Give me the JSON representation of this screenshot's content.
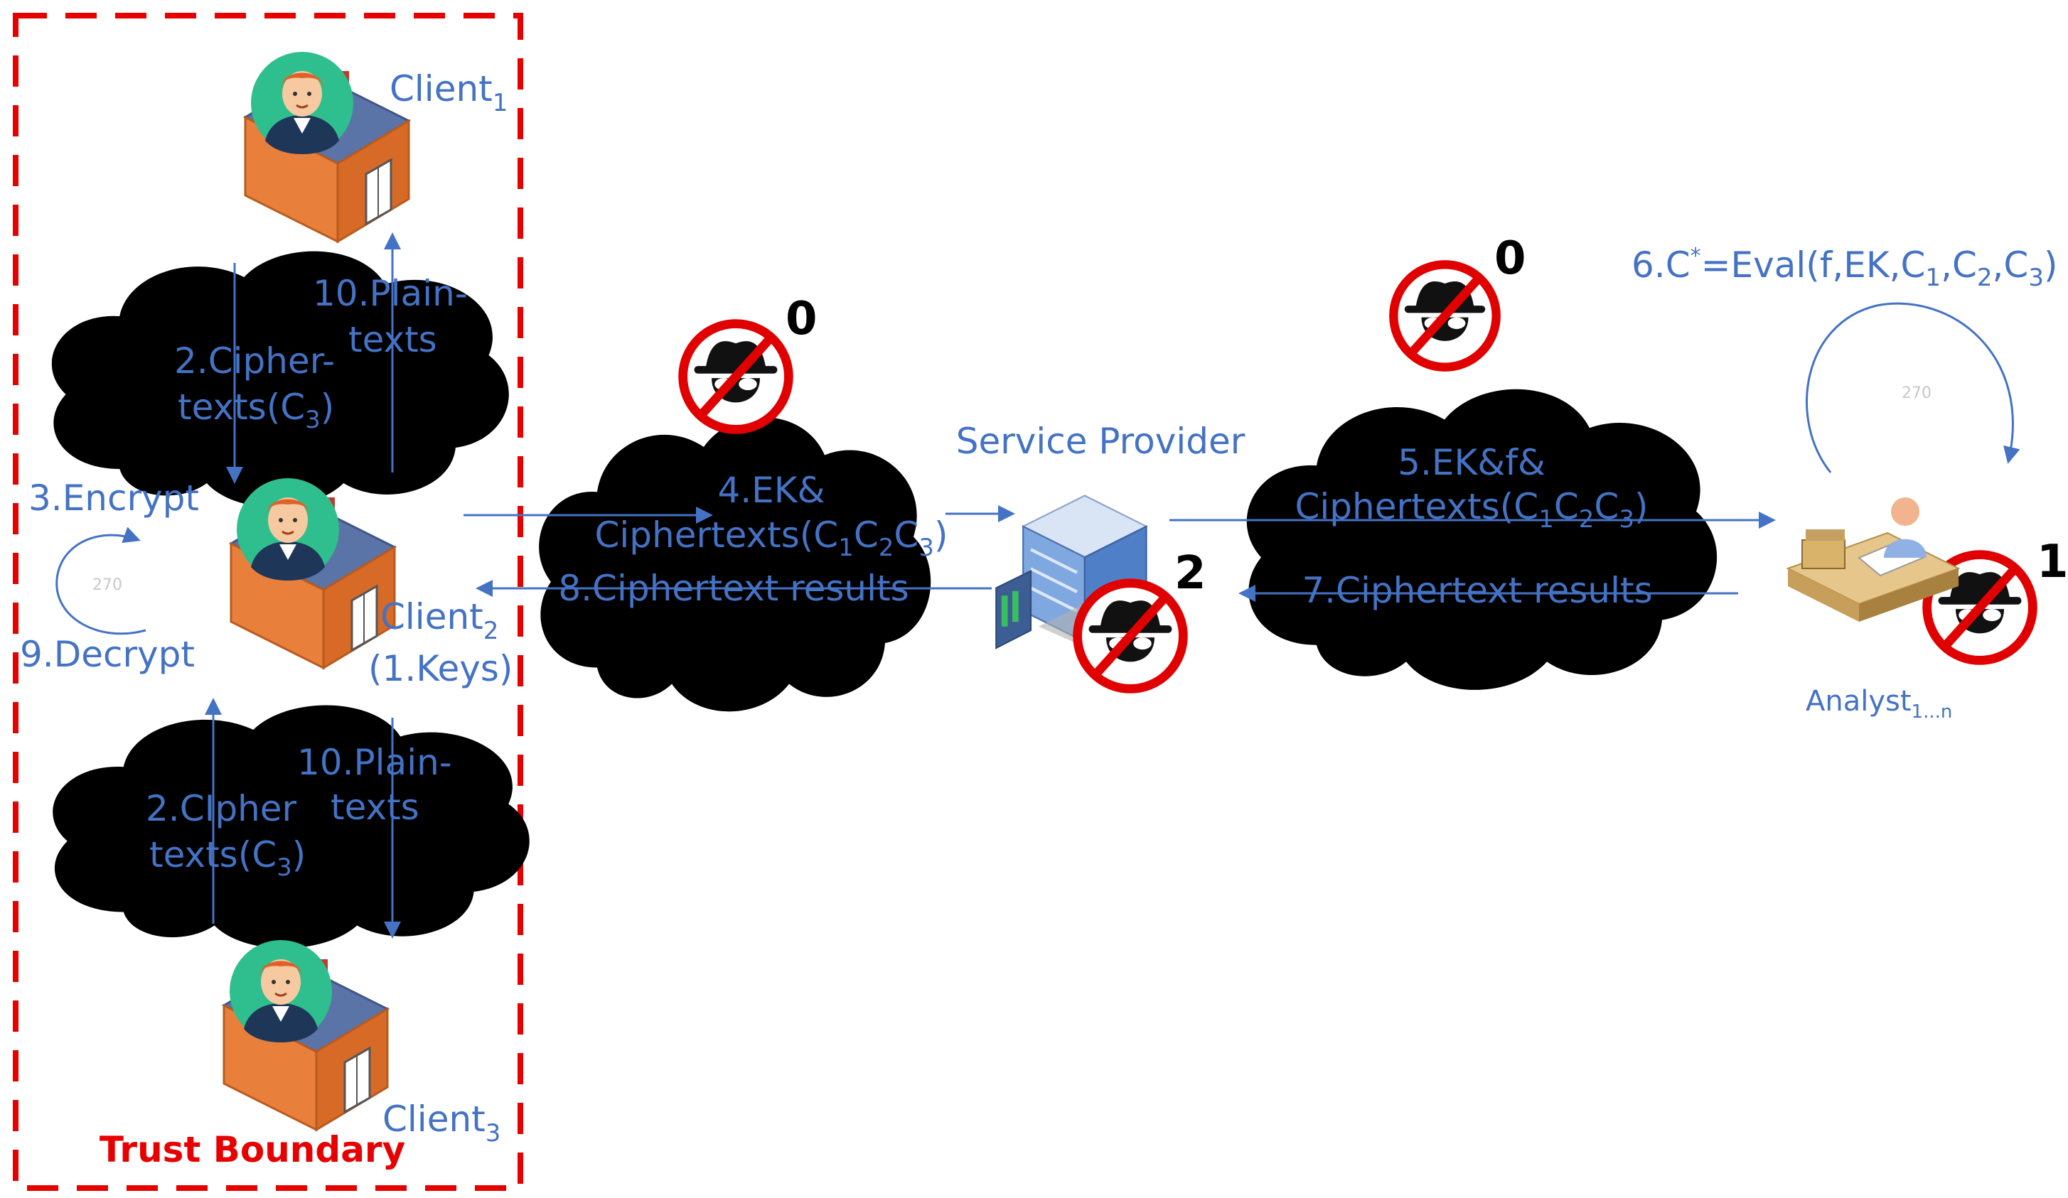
{
  "trust_boundary": {
    "label": "Trust Boundary"
  },
  "clients": [
    {
      "id": "client1",
      "name": "Client",
      "sub": "1"
    },
    {
      "id": "client2",
      "name": "Client",
      "sub": "2",
      "note": "(1.Keys)"
    },
    {
      "id": "client3",
      "name": "Client",
      "sub": "3"
    }
  ],
  "local_steps": {
    "encrypt": "3.Encrypt",
    "decrypt": "9.Decrypt"
  },
  "cloud_top": {
    "cipher_line1": "2.Ciphe",
    "cipher_line1_tail": "r-",
    "cipher_line2": "texts(C",
    "cipher_sub": "3",
    "cipher_close": ")",
    "plain_line1": "10.Plain-",
    "plain_line2": "texts"
  },
  "cloud_bottom": {
    "cipher_line1": "2.CIpher",
    "cipher_line2": "texts(C",
    "cipher_sub": "3",
    "cipher_close": ")",
    "plain_line1": "10.Plain-",
    "plain_line2": "texts"
  },
  "cloud_left_mid": {
    "line1": "4.EK&",
    "line2_pre": "Ciphertexts(C",
    "s1": "1",
    "c2": "C",
    "s2": "2",
    "c3": "C",
    "s3": "3",
    "close": ")",
    "line3": "8.Ciphertext results"
  },
  "cloud_right_mid": {
    "line1": "5.EK&f&",
    "line2_pre": "Ciphertexts(C",
    "s1": "1",
    "c2": "C",
    "s2": "2",
    "c3": "C",
    "s3": "3",
    "close": ")",
    "line3": "7.Ciphertext results"
  },
  "service_provider": {
    "label": "Service Provider",
    "threat": "2"
  },
  "threats": {
    "left_cloud": "0",
    "right_cloud": "0",
    "analyst": "1"
  },
  "analyst": {
    "label": "Analyst",
    "sub": "1...n"
  },
  "eval": {
    "pre": "6.C",
    "sup": "*",
    "mid": "=Eval(f,EK,C",
    "s1": "1",
    "c2": ",C",
    "s2": "2",
    "c3": ",C",
    "s3": "3",
    "close": ")"
  },
  "rotation_marks": [
    "270",
    "270"
  ],
  "colors": {
    "text": "#4472c4",
    "boundary": "#e60000",
    "prohibit": "#e00000",
    "house_wall": "#e8803c",
    "roof": "#5b74a8"
  },
  "icons": [
    "avatar-icon",
    "house-icon",
    "server-building-icon",
    "analyst-desk-icon",
    "spy-icon",
    "prohibit-icon"
  ]
}
